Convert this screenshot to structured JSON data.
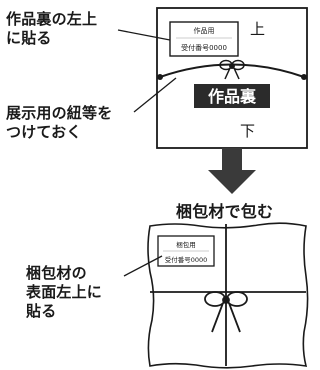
{
  "top": {
    "label_corner": [
      "作品裏の左上",
      "に貼る"
    ],
    "label_string": [
      "展示用の紐等を",
      "つけておく"
    ],
    "card_title": "作品用",
    "card_number": "受付番号0000",
    "top_marker": "上",
    "bottom_marker": "下",
    "center_badge": "作品裏"
  },
  "bottom": {
    "heading": "梱包材で包む",
    "card_title": "梱包用",
    "card_number": "受付番号0000",
    "label_side": [
      "梱包材の",
      "表面左上に",
      "貼る"
    ]
  },
  "colors": {
    "ink": "#1a1a1a",
    "arrow": "#3a3a3a",
    "badge_bg": "#2b2b2b",
    "badge_text": "#ffffff"
  }
}
